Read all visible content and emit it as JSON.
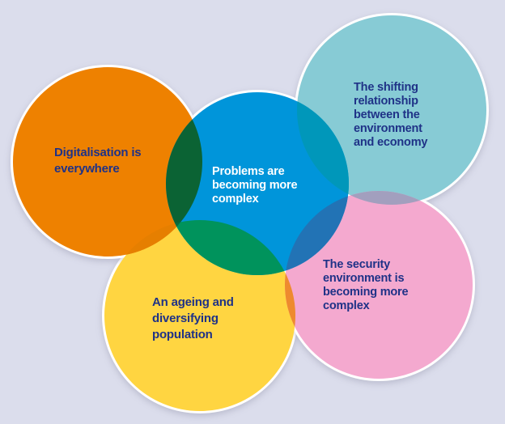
{
  "background_color": "#DBDDEC",
  "outline_color": "#FFFFFF",
  "circles": [
    {
      "name": "digitalisation",
      "label": "Digitalisation is\neverywhere",
      "color": "#EE8100",
      "label_color": "#1F3287"
    },
    {
      "name": "problems",
      "label": "Problems are\nbecoming more\ncomplex",
      "color": "#0095DA",
      "label_color": "#FFFFFF"
    },
    {
      "name": "environment-economy",
      "label": "The shifting\nrelationship\nbetween the\nenvironment\nand economy",
      "color": "#87CBD5",
      "label_color": "#1F3287"
    },
    {
      "name": "security",
      "label": "The security\nenvironment is\nbecoming more\ncomplex",
      "color": "#F4A9CF",
      "label_color": "#1F3287"
    },
    {
      "name": "ageing-population",
      "label": "An ageing and\ndiversifying\npopulation",
      "color": "#FFD541",
      "label_color": "#1F3287"
    }
  ],
  "overlaps": {
    "orange_yellow": "#E67F00",
    "orange_blue": "#0B6334",
    "blue_yellow": "#00935C",
    "orange_blue_yellow": "#086B40",
    "blue_teal": "#0097BA",
    "teal_pink": "#A29FBE",
    "blue_pink": "#2273B5",
    "yellow_pink": "#EE8A2E"
  }
}
